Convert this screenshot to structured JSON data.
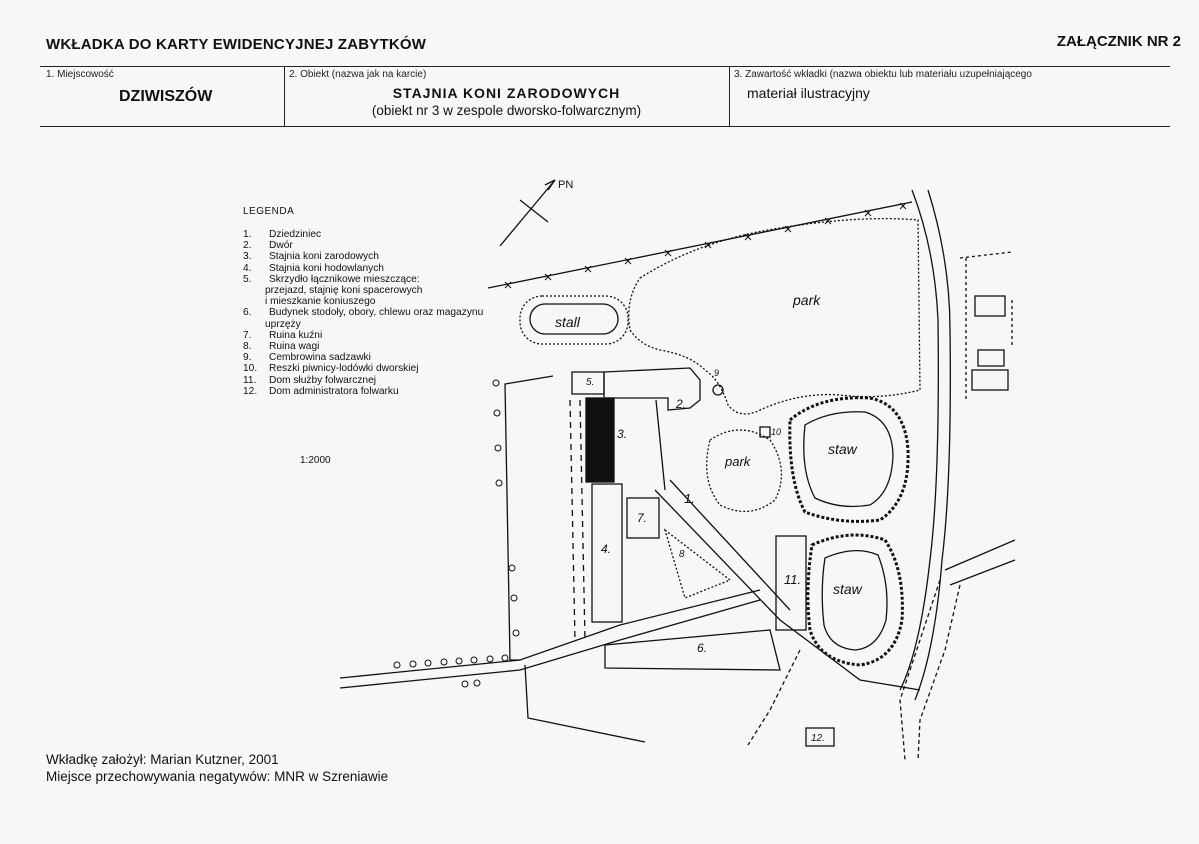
{
  "header": {
    "title": "WKŁADKA DO KARTY EWIDENCYJNEJ ZABYTKÓW",
    "annex": "ZAŁĄCZNIK NR 2"
  },
  "fields": {
    "place_label": "1. Miejscowość",
    "place_value": "DZIWISZÓW",
    "object_label": "2. Obiekt (nazwa jak na karcie)",
    "object_name": "STAJNIA KONI ZARODOWYCH",
    "object_sub": "(obiekt nr 3 w zespole dworsko-folwarcznym)",
    "content_label": "3. Zawartość wkładki (nazwa obiektu lub materiału uzupełniającego",
    "content_value": "materiał ilustracyjny"
  },
  "legend": {
    "title": "LEGENDA",
    "items": [
      {
        "num": "1.",
        "text": "Dziedziniec"
      },
      {
        "num": "2.",
        "text": "Dwór"
      },
      {
        "num": "3.",
        "text": "Stajnia koni zarodowych"
      },
      {
        "num": "4.",
        "text": "Stajnia koni hodowlanych"
      },
      {
        "num": "5.",
        "text": "Skrzydło łącznikowe mieszczące:"
      },
      {
        "num": "",
        "text": "przejazd, stajnię koni spacerowych"
      },
      {
        "num": "",
        "text": "i mieszkanie koniuszego"
      },
      {
        "num": "6.",
        "text": "Budynek stodoły, obory, chlewu oraz magazynu"
      },
      {
        "num": "",
        "text": "uprzęży"
      },
      {
        "num": "7.",
        "text": "Ruina kuźni"
      },
      {
        "num": "8.",
        "text": "Ruina wagi"
      },
      {
        "num": "9.",
        "text": "Cembrowina sadzawki"
      },
      {
        "num": "10.",
        "text": "Reszki piwnicy-lodówki dworskiej"
      },
      {
        "num": "11.",
        "text": "Dom służby folwarcznej"
      },
      {
        "num": "12.",
        "text": "Dom administratora folwarku"
      }
    ],
    "scale": "1:2000"
  },
  "map": {
    "north": "PN",
    "labels": {
      "stall": "stall",
      "park_north": "park",
      "park_small": "park",
      "pond_north": "staw",
      "pond_south": "staw",
      "b1": "1.",
      "b2": "2.",
      "b3": "3.",
      "b4": "4.",
      "b5": "5.",
      "b6": "6.",
      "b7": "7.",
      "b8": "8",
      "b9": "9",
      "b10": "10",
      "b11": "11.",
      "b12": "12."
    }
  },
  "footer": {
    "author": "Wkładkę założył: Marian Kutzner, 2001",
    "negatives": "Miejsce przechowywania negatywów: MNR w Szreniawie"
  }
}
